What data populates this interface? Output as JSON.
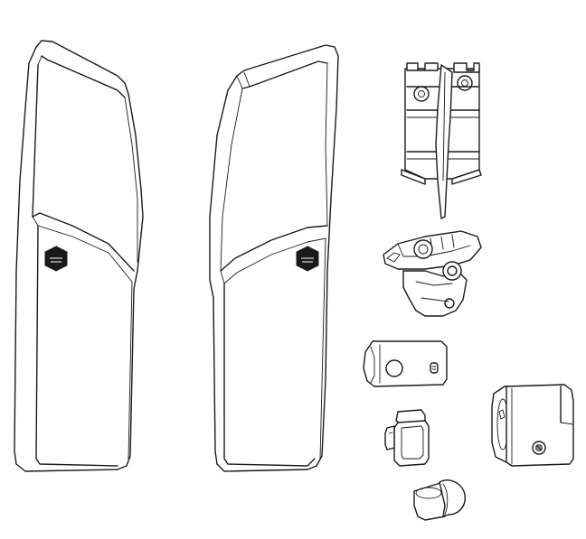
{
  "diagram": {
    "parts": [
      {
        "id": "side-panel-left",
        "icon": "side-panel"
      },
      {
        "id": "side-panel-right",
        "icon": "side-panel"
      },
      {
        "id": "hinge-bracket",
        "icon": "bracket"
      },
      {
        "id": "pivot-clamp",
        "icon": "clamp"
      },
      {
        "id": "slide-plate",
        "icon": "plate"
      },
      {
        "id": "square-clip",
        "icon": "clip"
      },
      {
        "id": "round-knob",
        "icon": "knob"
      },
      {
        "id": "end-cap-block",
        "icon": "end-cap"
      }
    ],
    "colors": {
      "line": "#1a1a1a",
      "background": "#ffffff",
      "accent": "#8a8a8a"
    }
  }
}
